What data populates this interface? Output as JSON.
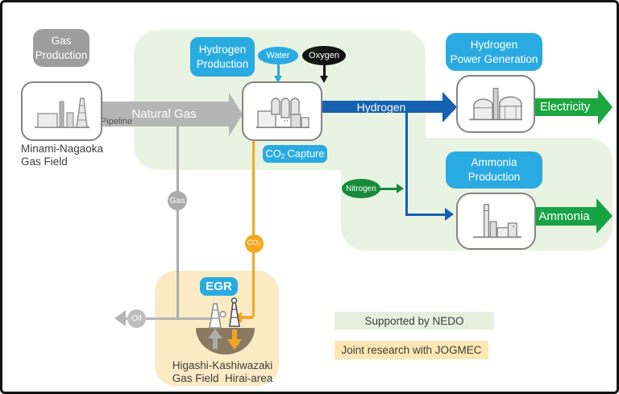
{
  "diagram": {
    "stage_boxes": {
      "gas_production": {
        "line1": "Gas",
        "line2": "Production"
      },
      "hydrogen_production": {
        "line1": "Hydrogen",
        "line2": "Production"
      },
      "hydrogen_power_generation": {
        "line1": "Hydrogen",
        "line2": "Power Generation"
      },
      "ammonia_production": {
        "line1": "Ammonia",
        "line2": "Production"
      },
      "co2_capture": {
        "prefix": "CO",
        "sub": "2",
        "suffix": "Capture"
      },
      "egr": "EGR"
    },
    "flow_labels": {
      "natural_gas": "Natural Gas",
      "pipeline": "Pipeline",
      "hydrogen": "Hydrogen",
      "electricity": "Electricity",
      "ammonia": "Ammonia",
      "water": "Water",
      "oxygen": "Oxygen",
      "nitrogen": "Nitrogen",
      "gas": "Gas",
      "oil": "Oil",
      "co2": {
        "prefix": "CO",
        "sub": "2"
      }
    },
    "sites": {
      "minami_nagaoka": {
        "line1": "Minami-Nagaoka",
        "line2": "Gas Field"
      },
      "higashi_kashiwazaki": {
        "line1": "Higashi-Kashiwazaki",
        "line2": "Gas Field  Hirai-area"
      }
    },
    "legend": {
      "nedo": "Supported by NEDO",
      "jogmec": "Joint research with JOGMEC"
    },
    "colors": {
      "accent_blue": "#29ABE2",
      "flow_blue": "#1660B0",
      "flow_green": "#17A345",
      "nitrogen_green": "#168B3B",
      "flow_gray": "#B5B5B5",
      "orange": "#F2A622",
      "region_green": "#E9F3E1",
      "region_yellow": "#FBEBC4",
      "legend_green": "#E5F0DC",
      "legend_yellow": "#FBE7B3",
      "reservoir_brown": "#8C7962",
      "oxygen_black": "#141414"
    }
  }
}
